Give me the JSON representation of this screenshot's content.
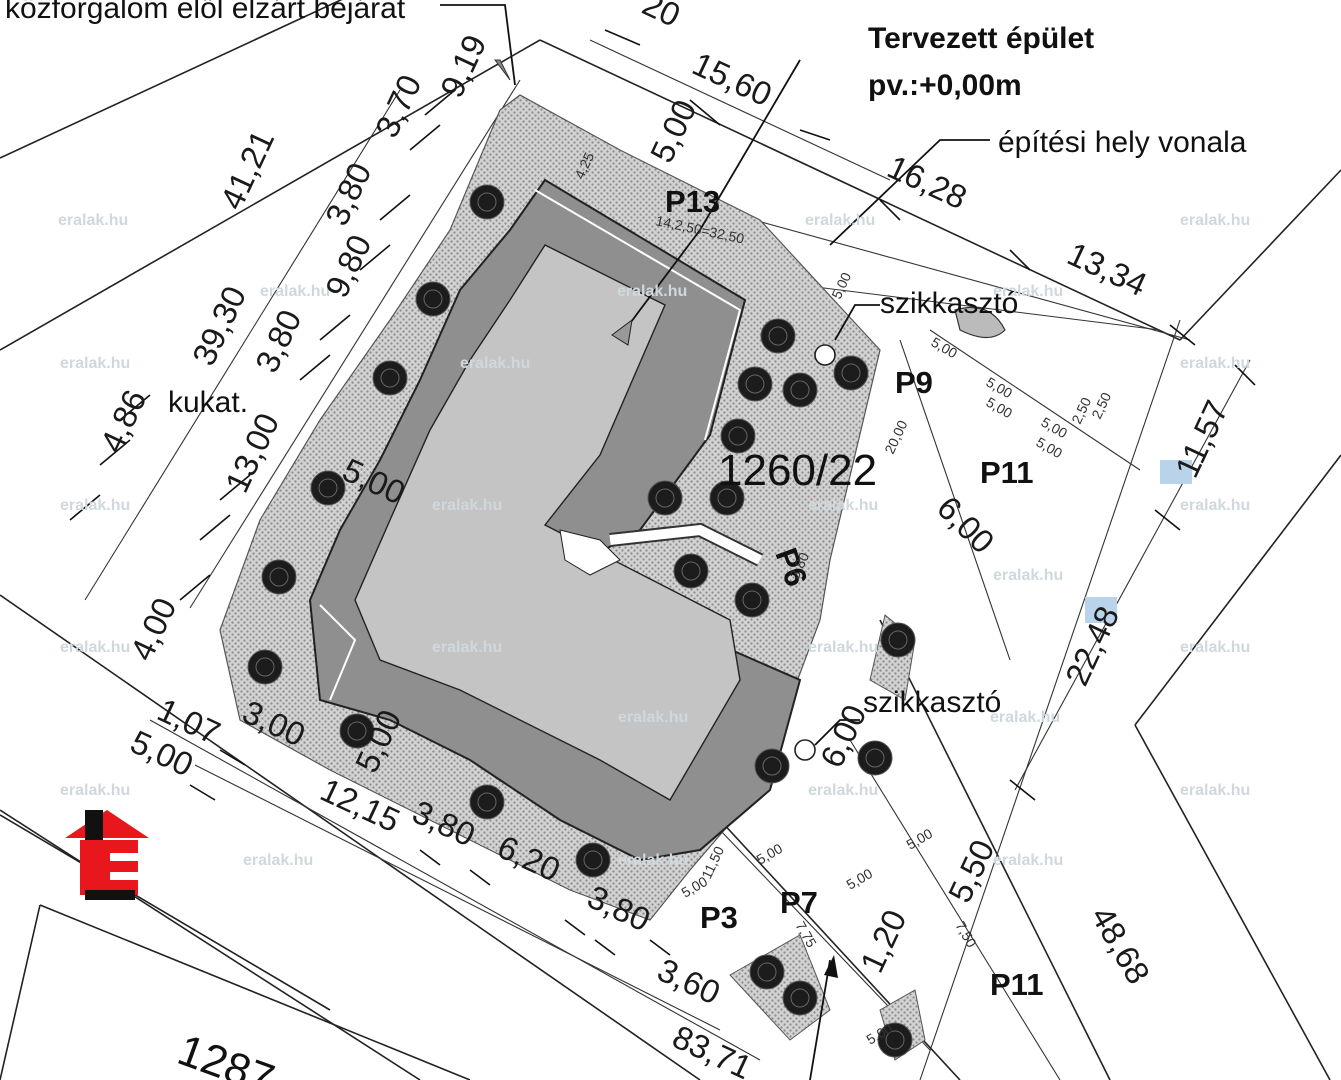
{
  "annotations": {
    "entrance": "közforgalom elől elzárt bejárat",
    "planned_building_line1": "Tervezett épület",
    "planned_building_line2": "pv.:+0,00m",
    "building_line": "építési hely vonala",
    "soakaway_top": "szikkasztó",
    "soakaway_bottom": "szikkasztó",
    "bins": "kukat."
  },
  "parcels": {
    "main": "1260/22",
    "neighbour": "1287"
  },
  "parking_labels": [
    "P13",
    "P9",
    "P11",
    "P11",
    "P7",
    "P3",
    "P6"
  ],
  "dimensions": {
    "left": [
      "41,21",
      "39,30",
      "4,86",
      "13,00",
      "4,00",
      "3,80",
      "9,80",
      "3,80",
      "3,70",
      "9,19"
    ],
    "top": [
      "15,60",
      "16,28",
      "13,34",
      "5,00",
      "20"
    ],
    "right": [
      "11,57",
      "22,48",
      "48,68",
      "6,00",
      "6,00",
      "5,50",
      "1,20"
    ],
    "bottom": [
      "1,07",
      "5,00",
      "3,00",
      "5,00",
      "12,15",
      "3,80",
      "6,20",
      "3,80",
      "3,60",
      "83,71",
      "5,00"
    ],
    "small": [
      "4,25",
      "5,00",
      "5,00",
      "5,00",
      "5,00",
      "5,00",
      "5,00",
      "5,00",
      "5,00",
      "2,50",
      "2,50",
      "20,00",
      "3,80",
      "11,50",
      "7,75",
      "7,50",
      "14,2,50=32,50",
      "5,00",
      "5,00",
      "5,00"
    ]
  },
  "highlights": [
    "11,57",
    "22,48"
  ],
  "watermark": "eralak.hu",
  "colors": {
    "building_outer": "#8f8f8f",
    "building_inner": "#c4c4c4",
    "hatch": "#bdbdbd",
    "tree": "#1c1c1c",
    "logo_red": "#e8171d",
    "highlight": "#b9d3ea"
  }
}
